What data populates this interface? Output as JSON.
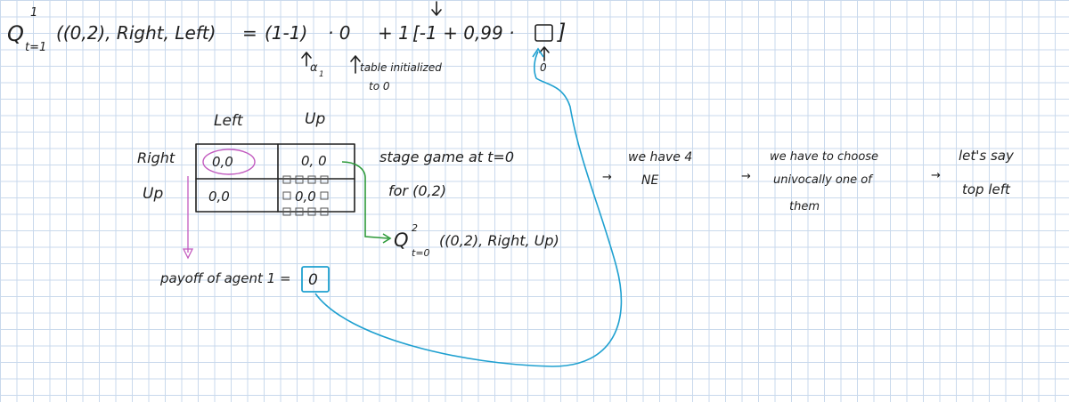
{
  "equation": {
    "q_symbol": "Q",
    "q_superscript": "1",
    "q_subscript": "t=1",
    "q_args": "((0,2), Right, Left)",
    "equals": "=",
    "rhs_alpha_term": "(1-1)",
    "rhs_dot_zero": "· 0",
    "rhs_plus_one": "+ 1",
    "rhs_bracket_content": "[-1 + 0,99 ·",
    "rhs_box_value": "",
    "rhs_close": "]"
  },
  "annotations": {
    "alpha_label": "α",
    "alpha_sub": "1",
    "table_initialized_line1": "table initialized",
    "table_initialized_line2": "to 0",
    "box_value_note": "0",
    "stage_game_line1": "stage game at t=0",
    "stage_game_line2": "for (0,2)",
    "ne_line1": "we have 4",
    "ne_line2": "NE",
    "choose_line1": "we have to choose",
    "choose_line2": "univocally one of",
    "choose_line3": "them",
    "say_line1": "let's say",
    "say_line2": "top left",
    "arrow": "→",
    "q2_symbol": "Q",
    "q2_superscript": "2",
    "q2_subscript": "t=0",
    "q2_args": "((0,2), Right, Up)",
    "payoff_label": "payoff of agent 1 =",
    "payoff_value": "0"
  },
  "matrix": {
    "col_headers": [
      "Left",
      "Up"
    ],
    "row_headers": [
      "Right",
      "Up"
    ],
    "cells": [
      [
        "0,0",
        "0, 0"
      ],
      [
        "0,0",
        "0,0"
      ]
    ]
  },
  "colors": {
    "ink": "#1f1f1f",
    "grid": "#c9d9ec",
    "blue_arrow": "#1fa0d0",
    "green_arrow": "#2e9a3a",
    "pink_circle": "#c25bbf"
  }
}
